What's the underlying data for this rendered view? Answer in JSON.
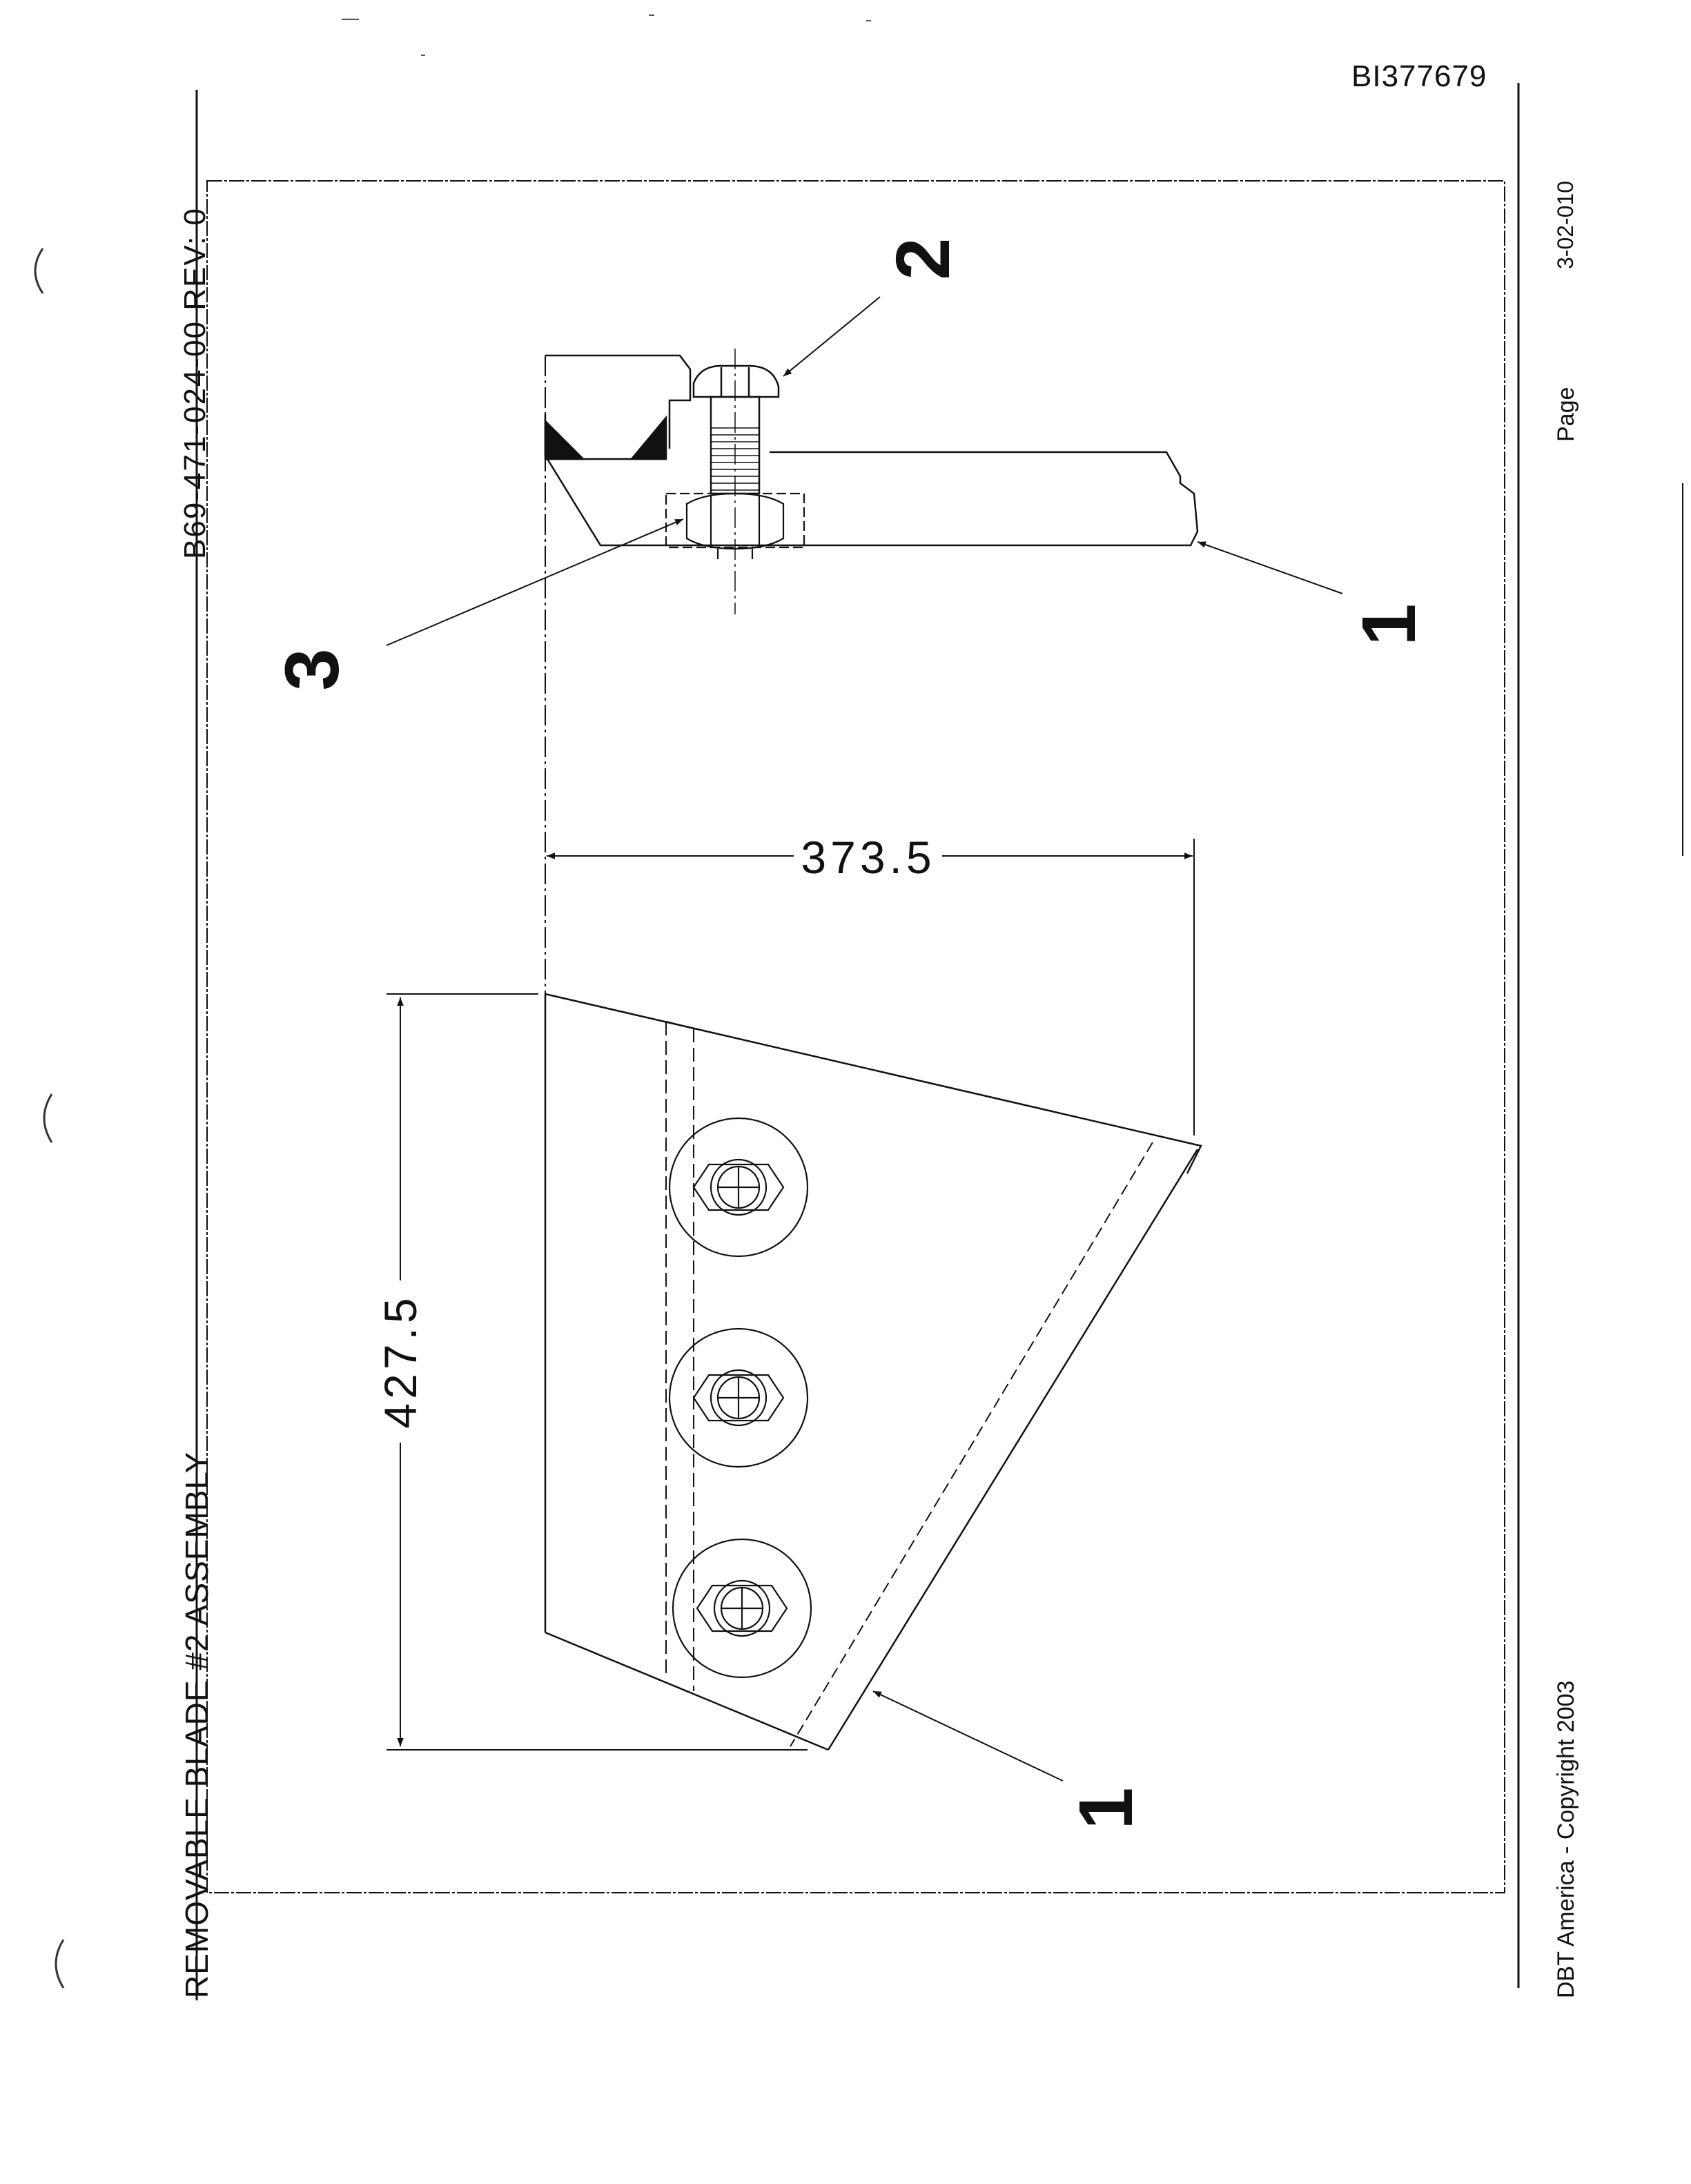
{
  "document_id": "BI377679",
  "part_number": "B69-471-024-00  REV:  0",
  "title": "REMOVABLE BLADE #2 ASSEMBLY",
  "footer": {
    "copyright": "DBT America - Copyright 2003",
    "page_label": "Page",
    "page_number": "3-02-010"
  },
  "dimensions": {
    "width": "373.5",
    "height": "427.5"
  },
  "callouts": {
    "blade_side_view": "1",
    "bolt": "2",
    "nut": "3",
    "blade_front_view": "1"
  }
}
